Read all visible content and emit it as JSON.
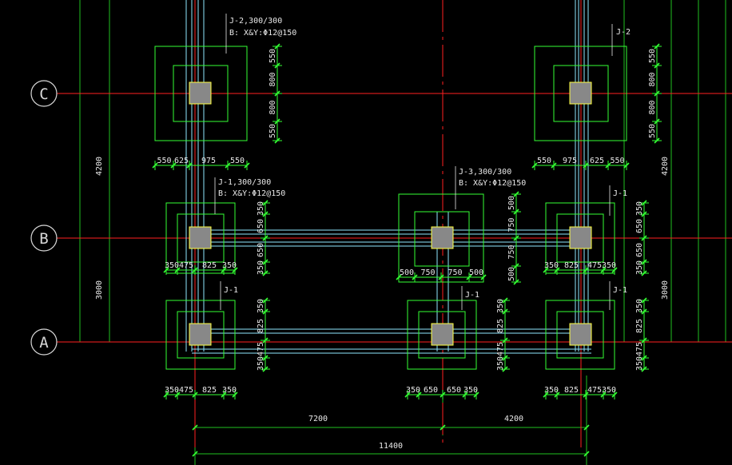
{
  "drawing": {
    "background": "#000000",
    "colors": {
      "axis_red": "#ff2020",
      "grid_green": "#1fbf1f",
      "bright_green": "#33ff33",
      "cyan": "#8fe7ff",
      "white": "#e8e8e8",
      "column_fill": "#888888",
      "column_edge": "#ffff40",
      "bubble": "#d8d8d8"
    },
    "axes": [
      {
        "label": "C"
      },
      {
        "label": "B"
      },
      {
        "label": "A"
      }
    ],
    "footings": [
      {
        "mark": "J-2,300/300",
        "rebar": "B: X&Y:Φ12@150"
      },
      {
        "mark": "J-2"
      },
      {
        "mark": "J-1,300/300",
        "rebar": "B: X&Y:Φ12@150"
      },
      {
        "mark": "J-3,300/300",
        "rebar": "B: X&Y:Φ12@150"
      },
      {
        "mark": "J-1"
      },
      {
        "mark": "J-1"
      },
      {
        "mark": "J-1"
      },
      {
        "mark": "J-1"
      }
    ],
    "dimensions": {
      "c_left_h": [
        "550",
        "625",
        "975",
        "550"
      ],
      "c_left_v": [
        "550",
        "800",
        "800",
        "550"
      ],
      "c_right_h": [
        "550",
        "975",
        "625",
        "550"
      ],
      "c_right_v": [
        "550",
        "800",
        "800",
        "550"
      ],
      "b_left_h": [
        "350",
        "475",
        "825",
        "350"
      ],
      "b_left_v": [
        "350",
        "650",
        "650",
        "350"
      ],
      "b_mid_h": [
        "500",
        "750",
        "750",
        "500"
      ],
      "b_mid_v": [
        "500",
        "750",
        "750",
        "500"
      ],
      "b_right_h": [
        "350",
        "825",
        "475",
        "350"
      ],
      "b_right_v": [
        "350",
        "650",
        "650",
        "350"
      ],
      "a_left_h": [
        "350",
        "475",
        "825",
        "350"
      ],
      "a_left_v": [
        "350",
        "825",
        "475",
        "350"
      ],
      "a_mid_h": [
        "350",
        "650",
        "650",
        "350"
      ],
      "a_mid_v": [
        "350",
        "825",
        "475",
        "350"
      ],
      "a_right_h": [
        "350",
        "825",
        "475",
        "350"
      ],
      "a_right_v": [
        "350",
        "825",
        "475",
        "350"
      ],
      "left_side": [
        "4200",
        "3000"
      ],
      "right_side": [
        "4200",
        "3000"
      ],
      "bottom_spans": [
        "7200",
        "4200"
      ],
      "bottom_total": "11400"
    }
  }
}
